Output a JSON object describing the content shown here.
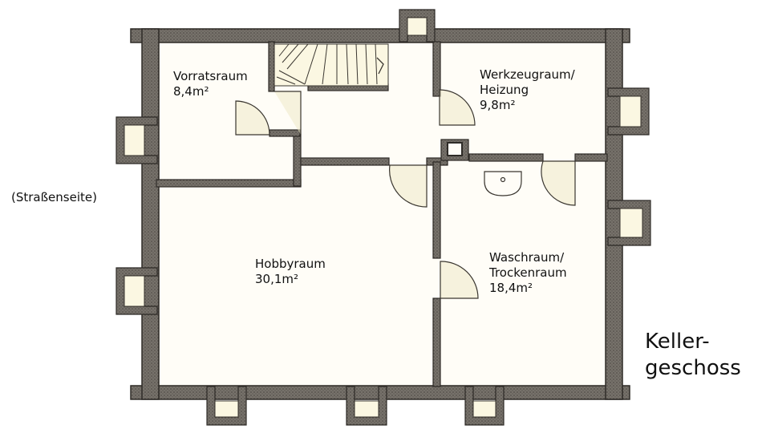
{
  "plan": {
    "street_side": "(Straßenseite)",
    "floor_title": [
      "Keller-",
      "geschoss"
    ],
    "rooms": [
      {
        "name": "Vorratsraum",
        "area": "8,4m²"
      },
      {
        "name": "Werkzeugraum/",
        "name2": "Heizung",
        "area": "9,8m²"
      },
      {
        "name": "Hobbyraum",
        "area": "30,1m²"
      },
      {
        "name": "Waschraum/",
        "name2": "Trockenraum",
        "area": "18,4m²"
      }
    ]
  },
  "colors": {
    "wall_fill": "#6e6a64",
    "wall_edge": "#2e2b27",
    "floor": "#fffdf7",
    "door_swing": "#ece6c4",
    "line": "#3a3630"
  }
}
